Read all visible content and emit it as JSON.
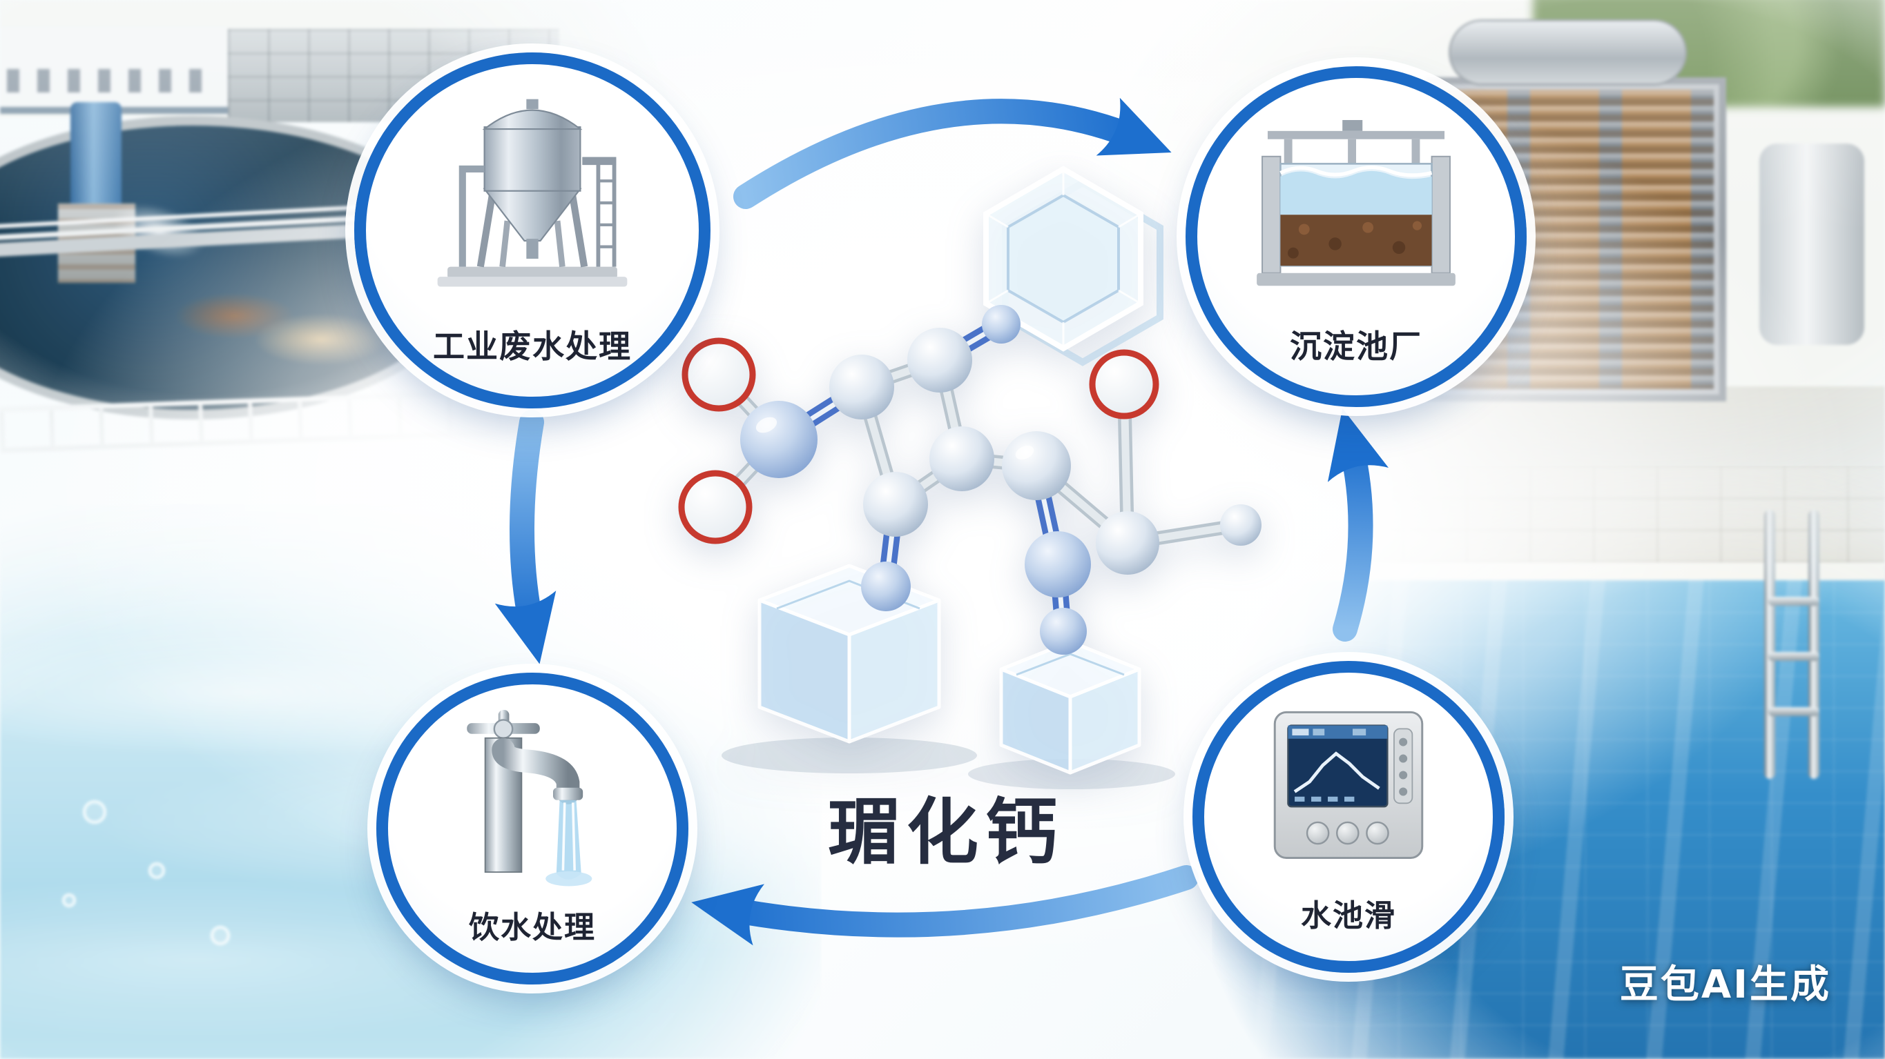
{
  "title": {
    "text": "瑂化钙"
  },
  "watermark": {
    "text": "豆包AI生成"
  },
  "nodes": {
    "industrial": {
      "label": "工业废水处理",
      "icon": "storage-tank-icon",
      "position": "top-left"
    },
    "sedimentation": {
      "label": "沉淀池厂",
      "icon": "sedimentation-tank-icon",
      "position": "top-right"
    },
    "drinking": {
      "label": "饮水处理",
      "icon": "water-faucet-icon",
      "position": "bottom-left"
    },
    "pool": {
      "label": "水池滑",
      "icon": "pool-controller-icon",
      "position": "bottom-right"
    }
  },
  "arrows": [
    {
      "from": "industrial",
      "to": "sedimentation",
      "path": "top-arc"
    },
    {
      "from": "industrial",
      "to": "drinking",
      "path": "left-down"
    },
    {
      "from": "pool",
      "to": "sedimentation",
      "path": "right-up"
    },
    {
      "from": "pool",
      "to": "drinking",
      "path": "bottom-arc"
    }
  ],
  "colors": {
    "arrow_start": "#8fc1ee",
    "arrow_end": "#1d6fce",
    "node_ring": "#1b6ac6",
    "label_text": "#1f2433",
    "title_text": "#262d40",
    "pool_water": "#2f8fd0",
    "clarifier_water": "#17394f",
    "sediment_brown": "#6f4a2f"
  },
  "scene": {
    "top_left_background": "wastewater-treatment-plant-photo",
    "top_right_background": "filtration-equipment-photo",
    "bottom_left_background": "clear-water-photo",
    "bottom_right_background": "swimming-pool-photo",
    "center_illustration": "molecule-with-ice-cubes"
  }
}
